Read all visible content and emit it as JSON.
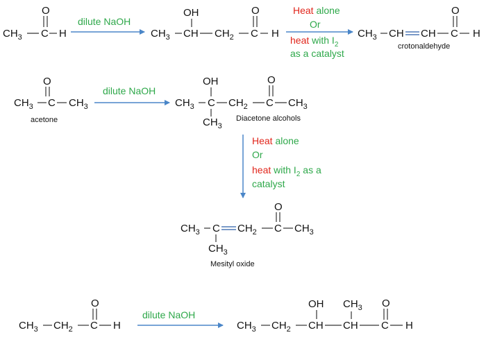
{
  "colors": {
    "green": "#2ea84a",
    "red": "#e1251b",
    "arrow": "#4a86c8",
    "black": "#111111"
  },
  "atoms": {
    "ch3": "CH",
    "ch2": "CH",
    "ch": "CH",
    "c": "C",
    "o": "O",
    "h": "H",
    "oh": "OH",
    "sub3": "3",
    "sub2": "2",
    "sub_i2": "2"
  },
  "conditions": {
    "dilute_naoh": "dilute NaOH",
    "heat": "Heat",
    "heat_lower": "heat",
    "alone": " alone",
    "or": "Or",
    "with_i": "with I",
    "with_i_padded": "  with I",
    "as_a_catalyst": "as a catalyst",
    "as_a": " as a",
    "catalyst": "catalyst"
  },
  "labels": {
    "crotonaldehyde": "crotonaldehyde",
    "acetone": "acetone",
    "diacetone_alcohols": "Diacetone alcohols",
    "mesityl_oxide": "Mesityl oxide"
  }
}
